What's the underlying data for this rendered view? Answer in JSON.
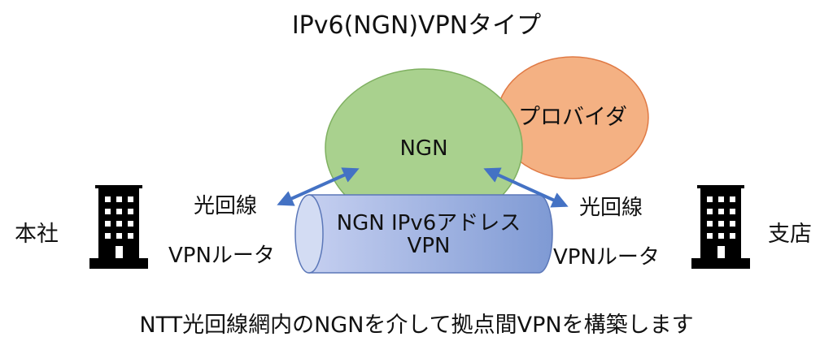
{
  "title": "IPv6(NGN)VPNタイプ",
  "ngn_label": "NGN",
  "provider_label": "プロバイダ",
  "tunnel": {
    "line1": "NGN IPv6アドレス",
    "line2": "VPN"
  },
  "left": {
    "site": "本社",
    "line": "光回線",
    "router": "VPNルータ"
  },
  "right": {
    "site": "支店",
    "line": "光回線",
    "router": "VPNルータ"
  },
  "caption": "NTT光回線網内のNGNを介して拠点間VPNを構築します",
  "colors": {
    "ngn_fill": "#a9d18e",
    "provider_fill": "#f4b183",
    "tunnel_fill": "#8faadc",
    "arrow": "#4472c4",
    "building": "#000000"
  }
}
